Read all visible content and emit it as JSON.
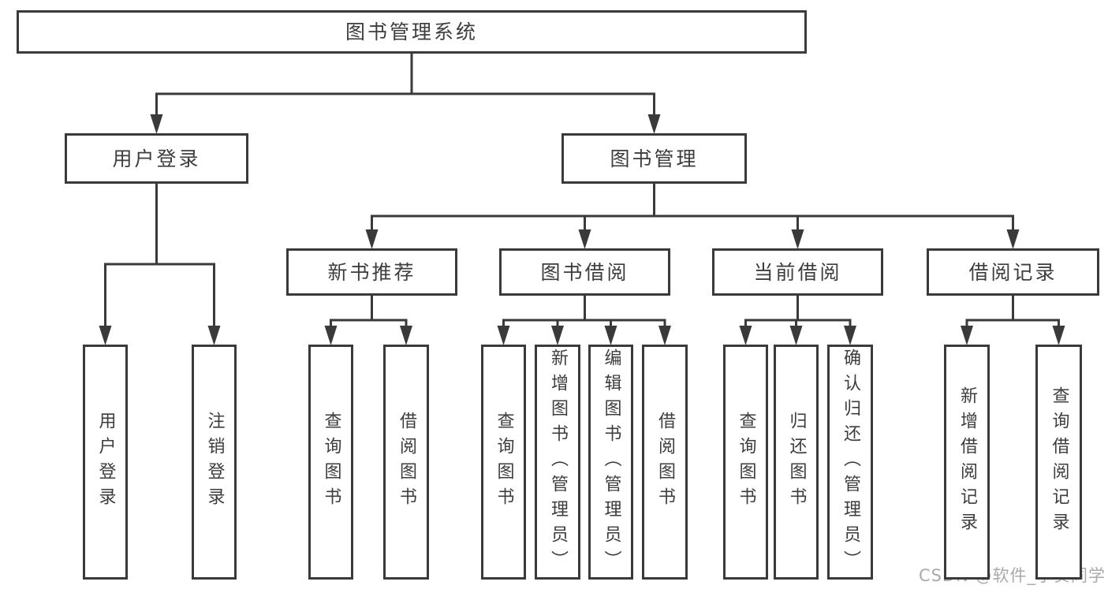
{
  "diagram": {
    "title": "图书管理系统",
    "watermark": "CSDN @软件_小贺同学",
    "colors": {
      "background": "#ffffff",
      "line": "#3a3a3a",
      "box_border": "#3a3a3a",
      "text": "#3d3d3d",
      "watermark": "#a5a5a5"
    },
    "nodes": [
      {
        "id": "root",
        "label": "图书管理系统",
        "orientation": "horizontal",
        "level": 1
      },
      {
        "id": "user-login",
        "label": "用户登录",
        "orientation": "horizontal",
        "level": 2
      },
      {
        "id": "book-mgmt",
        "label": "图书管理",
        "orientation": "horizontal",
        "level": 2
      },
      {
        "id": "new-book-rec",
        "label": "新书推荐",
        "orientation": "horizontal",
        "level": 3
      },
      {
        "id": "book-borrow",
        "label": "图书借阅",
        "orientation": "horizontal",
        "level": 3
      },
      {
        "id": "current-borrow",
        "label": "当前借阅",
        "orientation": "horizontal",
        "level": 3
      },
      {
        "id": "borrow-records",
        "label": "借阅记录",
        "orientation": "horizontal",
        "level": 3
      },
      {
        "id": "leaf-user-login",
        "label": "用户登录",
        "orientation": "vertical",
        "level": 4
      },
      {
        "id": "leaf-logout",
        "label": "注销登录",
        "orientation": "vertical",
        "level": 4
      },
      {
        "id": "leaf-query-book-1",
        "label": "查询图书",
        "orientation": "vertical",
        "level": 4
      },
      {
        "id": "leaf-borrow-book-1",
        "label": "借阅图书",
        "orientation": "vertical",
        "level": 4
      },
      {
        "id": "leaf-query-book-2",
        "label": "查询图书",
        "orientation": "vertical",
        "level": 4
      },
      {
        "id": "leaf-add-book",
        "label": "新增图书（管理员）",
        "orientation": "vertical",
        "level": 4
      },
      {
        "id": "leaf-edit-book",
        "label": "编辑图书（管理员）",
        "orientation": "vertical",
        "level": 4
      },
      {
        "id": "leaf-borrow-book-2",
        "label": "借阅图书",
        "orientation": "vertical",
        "level": 4
      },
      {
        "id": "leaf-query-book-3",
        "label": "查询图书",
        "orientation": "vertical",
        "level": 4
      },
      {
        "id": "leaf-return-book",
        "label": "归还图书",
        "orientation": "vertical",
        "level": 4
      },
      {
        "id": "leaf-confirm-return",
        "label": "确认归还（管理员）",
        "orientation": "vertical",
        "level": 4
      },
      {
        "id": "leaf-add-borrow-record",
        "label": "新增借阅记录",
        "orientation": "vertical",
        "level": 4
      },
      {
        "id": "leaf-query-borrow-record",
        "label": "查询借阅记录",
        "orientation": "vertical",
        "level": 4
      }
    ],
    "edges": [
      {
        "parent": "root",
        "children": [
          "user-login",
          "book-mgmt"
        ]
      },
      {
        "parent": "user-login",
        "children": [
          "leaf-user-login",
          "leaf-logout"
        ]
      },
      {
        "parent": "book-mgmt",
        "children": [
          "new-book-rec",
          "book-borrow",
          "current-borrow",
          "borrow-records"
        ]
      },
      {
        "parent": "new-book-rec",
        "children": [
          "leaf-query-book-1",
          "leaf-borrow-book-1"
        ]
      },
      {
        "parent": "book-borrow",
        "children": [
          "leaf-query-book-2",
          "leaf-add-book",
          "leaf-edit-book",
          "leaf-borrow-book-2"
        ]
      },
      {
        "parent": "current-borrow",
        "children": [
          "leaf-query-book-3",
          "leaf-return-book",
          "leaf-confirm-return"
        ]
      },
      {
        "parent": "borrow-records",
        "children": [
          "leaf-add-borrow-record",
          "leaf-query-borrow-record"
        ]
      }
    ]
  }
}
